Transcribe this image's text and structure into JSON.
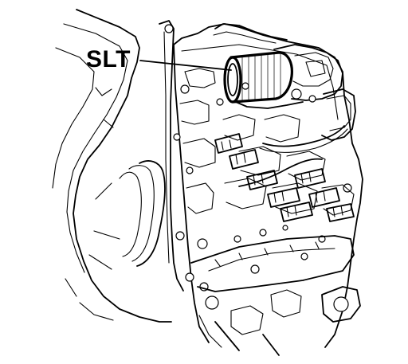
{
  "diagram": {
    "callout_label": "SLT",
    "parts": {
      "solenoid": "solenoid",
      "valve_body": "valve-body",
      "transmission_case": "transmission-case"
    },
    "colors": {
      "line": "#000000",
      "background": "#ffffff"
    }
  }
}
